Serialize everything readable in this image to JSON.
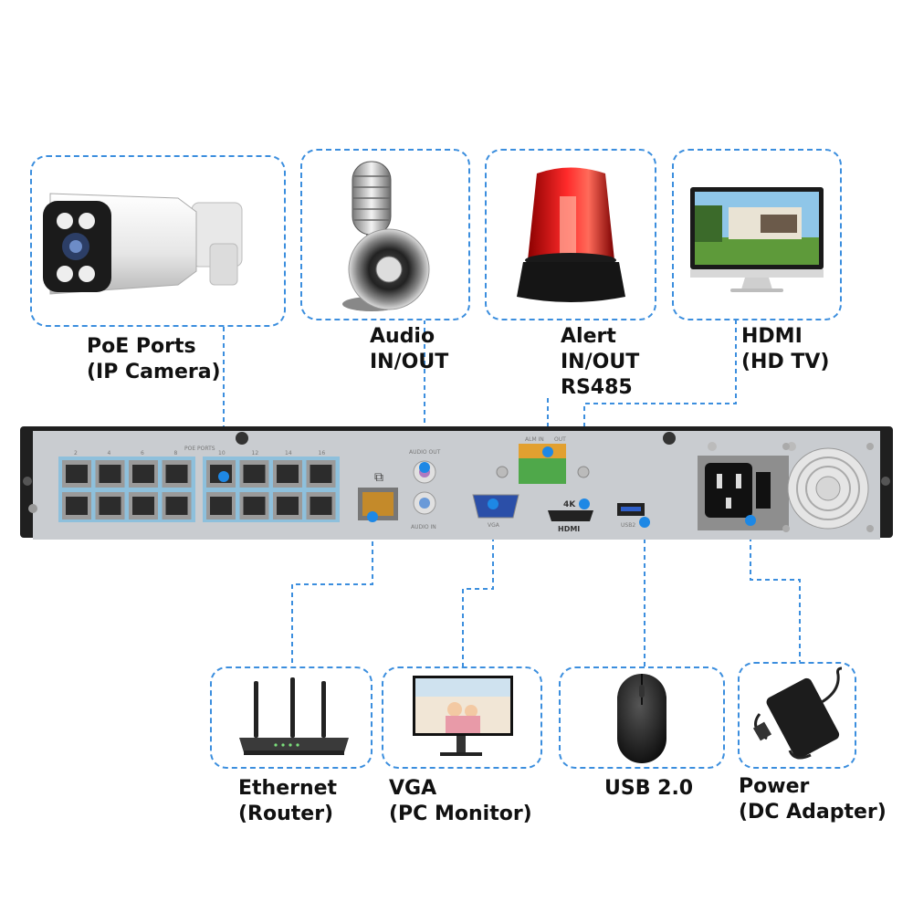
{
  "peripherals": {
    "camera": {
      "icon": "ip-camera-icon",
      "line1": "PoE Ports",
      "line2": "(IP Camera)"
    },
    "audio": {
      "icon": "microphone-speaker-icon",
      "line1": "Audio",
      "line2": "IN/OUT"
    },
    "alert": {
      "icon": "alarm-siren-icon",
      "line1": "Alert",
      "line2": "IN/OUT",
      "line3": "RS485"
    },
    "hdmi": {
      "icon": "tv-monitor-icon",
      "line1": "HDMI",
      "line2": "(HD TV)"
    },
    "router": {
      "icon": "router-icon",
      "line1": "Ethernet",
      "line2": "(Router)"
    },
    "vga": {
      "icon": "pc-monitor-icon",
      "line1": "VGA",
      "line2": "(PC Monitor)"
    },
    "usb": {
      "icon": "mouse-icon",
      "line1": "USB 2.0"
    },
    "power": {
      "icon": "dc-adapter-icon",
      "line1": "Power",
      "line2": "(DC Adapter)"
    }
  },
  "panel": {
    "poe_title": "POE PORTS",
    "port_numbers": [
      "2",
      "4",
      "6",
      "8",
      "10",
      "12",
      "14",
      "16"
    ],
    "audio_out": "AUDIO OUT",
    "audio_in": "AUDIO IN",
    "vga": "VGA",
    "hdmi_4k": "4K",
    "hdmi": "HDMI",
    "usb": "USB2",
    "alarm_in": "ALM IN",
    "alarm_out": "OUT"
  },
  "colors": {
    "dash": "#3b8ede",
    "dot": "#1e88e5",
    "chassis": "#1f1f1f",
    "panel": "#c9ccd0"
  }
}
